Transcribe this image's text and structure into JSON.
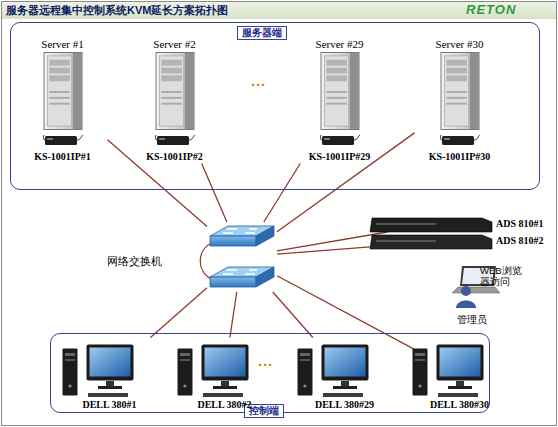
{
  "diagram": {
    "title": "服务器远程集中控制系统KVM延长方案拓扑图",
    "nodes": [
      {
        "text": [
          "服务器端"
        ]
      },
      {
        "text": [
          "Server #1",
          "KS-1001IP#1"
        ],
        "in": 0
      },
      {
        "text": [
          "Server #2",
          "KS-1001IP#2"
        ],
        "in": 0
      },
      {
        "text": [
          "Server #29",
          "KS-1001IP#29"
        ],
        "in": 0
      },
      {
        "text": [
          "Server #30",
          "KS-1001IP#30"
        ],
        "in": 0
      },
      {
        "text": [
          "网络交换机"
        ]
      },
      {
        "text": [
          "ADS 810#1"
        ]
      },
      {
        "text": [
          "ADS 810#2"
        ]
      },
      {
        "text": [
          "WEB浏览器访问",
          "管理员"
        ]
      },
      {
        "text": [
          "控制端"
        ]
      },
      {
        "text": [
          "DELL 380#1"
        ],
        "in": 9
      },
      {
        "text": [
          "DELL 380#2"
        ],
        "in": 9
      },
      {
        "text": [
          "DELL 380#29"
        ],
        "in": 9
      },
      {
        "text": [
          "DELL 380#30"
        ],
        "in": 9
      }
    ],
    "edges": [
      {
        "from": 1,
        "to": 5,
        "arrow": "none"
      },
      {
        "from": 2,
        "to": 5,
        "arrow": "none"
      },
      {
        "from": 3,
        "to": 5,
        "arrow": "none"
      },
      {
        "from": 4,
        "to": 5,
        "arrow": "none"
      },
      {
        "from": 5,
        "to": 6,
        "arrow": "none"
      },
      {
        "from": 5,
        "to": 7,
        "arrow": "none"
      },
      {
        "from": 5,
        "to": 10,
        "arrow": "none"
      },
      {
        "from": 5,
        "to": 11,
        "arrow": "none"
      },
      {
        "from": 5,
        "to": 12,
        "arrow": "none"
      },
      {
        "from": 5,
        "to": 13,
        "arrow": "none"
      }
    ],
    "labels": [
      "RETON",
      "···",
      "···"
    ]
  }
}
